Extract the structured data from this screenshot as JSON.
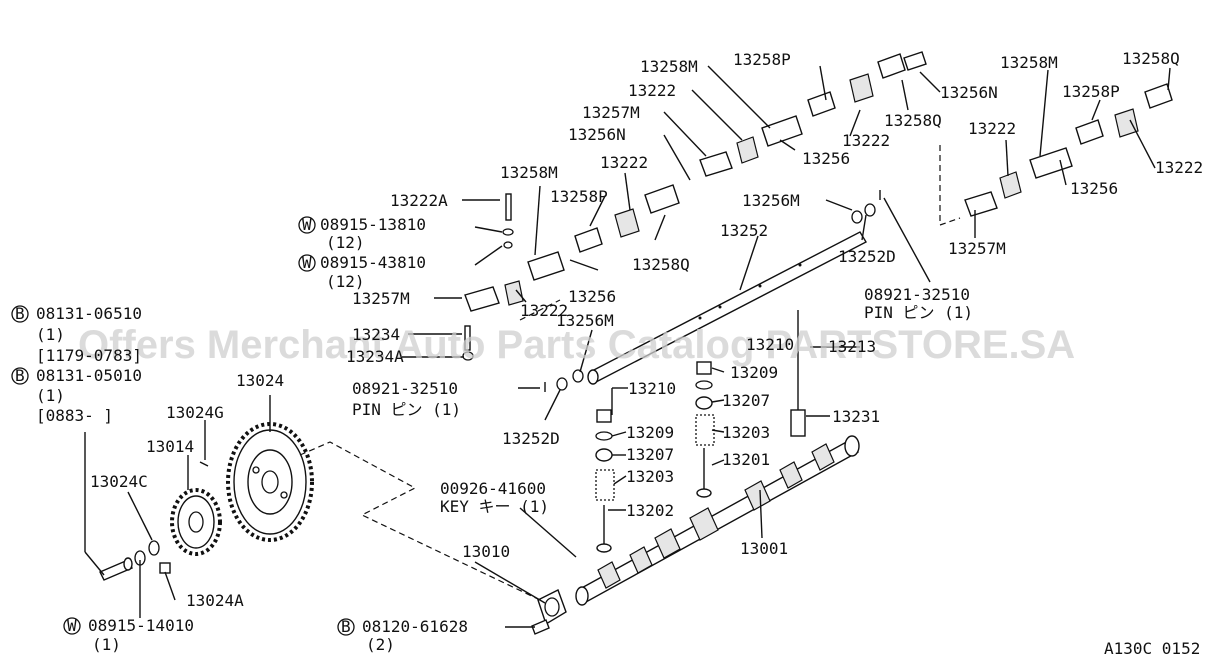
{
  "watermark": "Offers Merchant Auto Parts Catalog PARTSTORE.SA",
  "figure_id": "A130C 0152",
  "parts": {
    "p13258M_a": "13258M",
    "p13258P_a": "13258P",
    "p13222_a": "13222",
    "p13257M_a": "13257M",
    "p13256N_a": "13256N",
    "p13256_a": "13256",
    "p13222_b": "13222",
    "p13256N_b": "13256N",
    "p13258Q_a": "13258Q",
    "p13258M_b": "13258M",
    "p13258P_b": "13258P",
    "p13258Q_b": "13258Q",
    "p13222_c": "13222",
    "p13256_b": "13256",
    "p13222_d": "13222",
    "p13257M_b": "13257M",
    "p13258M_c": "13258M",
    "p13222_e": "13222",
    "p13258P_c": "13258P",
    "p13222A": "13222A",
    "p13256M_a": "13256M",
    "p13252": "13252",
    "p13258Q_c": "13258Q",
    "p13252D_a": "13252D",
    "p13256_c": "13256",
    "p13257M_c": "13257M",
    "p13222_f": "13222",
    "p13234": "13234",
    "p13234A": "13234A",
    "p13256M_b": "13256M",
    "p13210_a": "13210",
    "p13213": "13213",
    "p13210_b": "13210",
    "p13209_a": "13209",
    "p13207_a": "13207",
    "p13209_b": "13209",
    "p13203_a": "13203",
    "p13207_b": "13207",
    "p13203_b": "13203",
    "p13202": "13202",
    "p13201": "13201",
    "p13231": "13231",
    "p13252D_b": "13252D",
    "p13024": "13024",
    "p13024G": "13024G",
    "p13014": "13014",
    "p13024C": "13024C",
    "p13024A": "13024A",
    "p13010": "13010",
    "p13001": "13001"
  },
  "callouts": {
    "w1_code": "W",
    "w1_part": "08915-13810",
    "w1_qty": "(12)",
    "w2_code": "W",
    "w2_part": "08915-43810",
    "w2_qty": "(12)",
    "pin1_part": "08921-32510",
    "pin1_desc": "PIN  ピン  (1)",
    "pin2_part": "08921-32510",
    "pin2_desc": "PIN  ピン  (1)",
    "b1_code": "B",
    "b1_part": "08131-06510",
    "b1_qty": "(1)",
    "b1_range": "[1179-0783]",
    "b2_code": "B",
    "b2_part": "08131-05010",
    "b2_qty": "(1)",
    "b2_range": "[0883-  ]",
    "key_part": "00926-41600",
    "key_desc": "KEY   キー   (1)",
    "w3_code": "W",
    "w3_part": "08915-14010",
    "w3_qty": "(1)",
    "b3_code": "B",
    "b3_part": "08120-61628",
    "b3_qty": "(2)"
  }
}
